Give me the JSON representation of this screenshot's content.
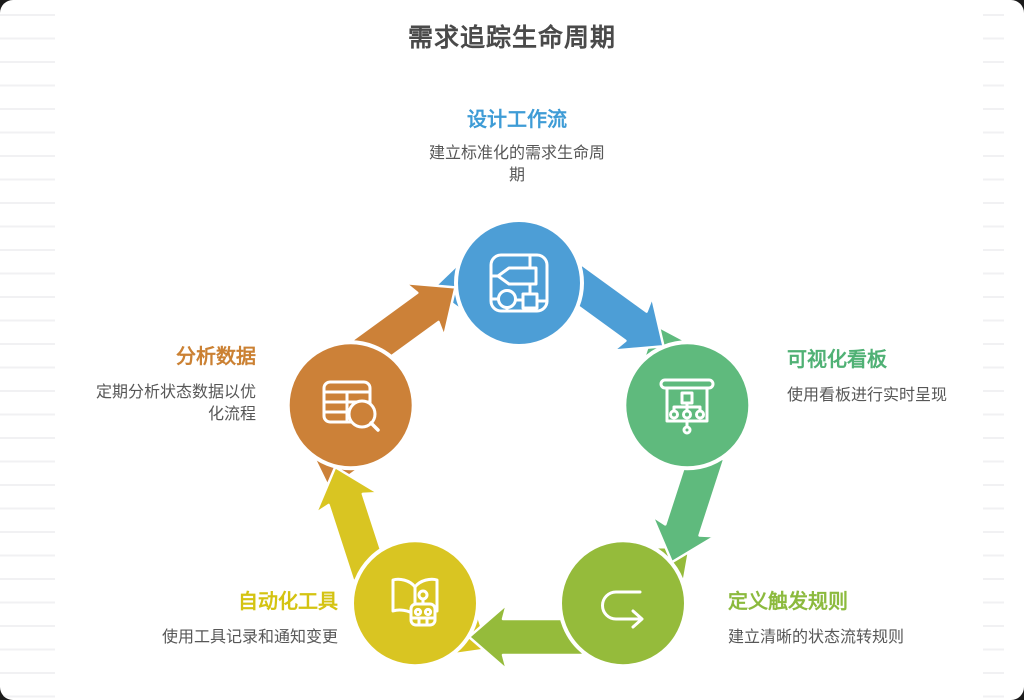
{
  "title": "需求追踪生命周期",
  "colors": {
    "canvas_bg": "#ffffff",
    "frame_bg": "#1b1b1b",
    "ruled_line": "#f1f1f3",
    "title_text": "#4a4a4a",
    "desc_text": "#575757"
  },
  "nodes": [
    {
      "id": "design-workflow",
      "label": "设计工作流",
      "desc": "建立标准化的需求生命周期",
      "color": "#4d9ed6",
      "text_color": "#3e9cd6",
      "icon": "flowchart-icon"
    },
    {
      "id": "visual-board",
      "label": "可视化看板",
      "desc": "使用看板进行实时呈现",
      "color": "#5fba7d",
      "text_color": "#50b175",
      "icon": "presentation-board-icon"
    },
    {
      "id": "trigger-rules",
      "label": "定义触发规则",
      "desc": "建立清晰的状态流转规则",
      "color": "#95bb3b",
      "text_color": "#8cba3e",
      "icon": "loop-arrow-icon"
    },
    {
      "id": "automation-tools",
      "label": "自动化工具",
      "desc": "使用工具记录和通知变更",
      "color": "#d9c522",
      "text_color": "#d4c312",
      "icon": "book-robot-icon"
    },
    {
      "id": "analyze-data",
      "label": "分析数据",
      "desc": "定期分析状态数据以优化流程",
      "color": "#cc8138",
      "text_color": "#cb8133",
      "icon": "table-magnifier-icon"
    }
  ]
}
